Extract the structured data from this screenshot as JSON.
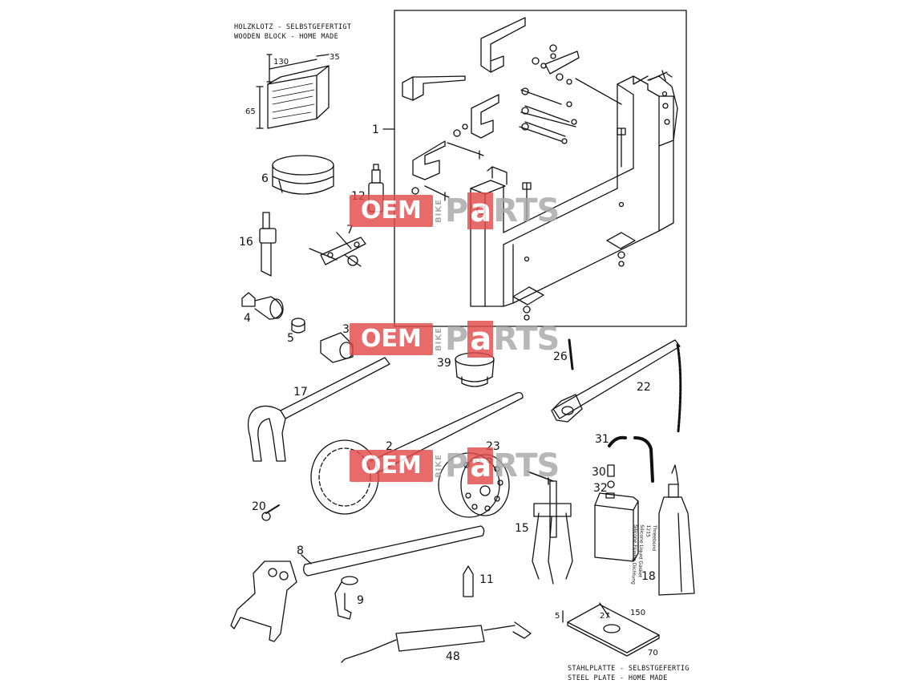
{
  "captions": {
    "wooden_block_de": "HOLZKLOTZ - SELBSTGEFERTIGT",
    "wooden_block_en": "WOODEN BLOCK - HOME MADE",
    "steel_plate_de": "STAHLPLATTE - SELBSTGEFERTIG",
    "steel_plate_en": "STEEL PLATE - HOME MADE"
  },
  "dimensions": {
    "block_length": "130",
    "block_depth": "35",
    "block_height": "65",
    "plate_length": "150",
    "plate_width": "70",
    "plate_hole": "27",
    "plate_thickness": "5"
  },
  "part_labels": {
    "p1": "1",
    "p2": "2",
    "p3": "3",
    "p4": "4",
    "p5": "5",
    "p6": "6",
    "p7": "7",
    "p8": "8",
    "p9": "9",
    "p11": "11",
    "p12": "12",
    "p15": "15",
    "p16": "16",
    "p17": "17",
    "p18": "18",
    "p20": "20",
    "p22": "22",
    "p23": "23",
    "p26": "26",
    "p30": "30",
    "p31": "31",
    "p32": "32",
    "p39": "39",
    "p48": "48"
  },
  "tube_label": {
    "brand": "Threebond",
    "code": "1215",
    "line1": "Silicone Liquid Gasket",
    "line2": "Silicone Flüssig Dichtung"
  },
  "watermark": {
    "oem": "OEM",
    "bike": "BIKE",
    "parts_p": "P",
    "parts_a": "a",
    "parts_rts": "RTS"
  }
}
